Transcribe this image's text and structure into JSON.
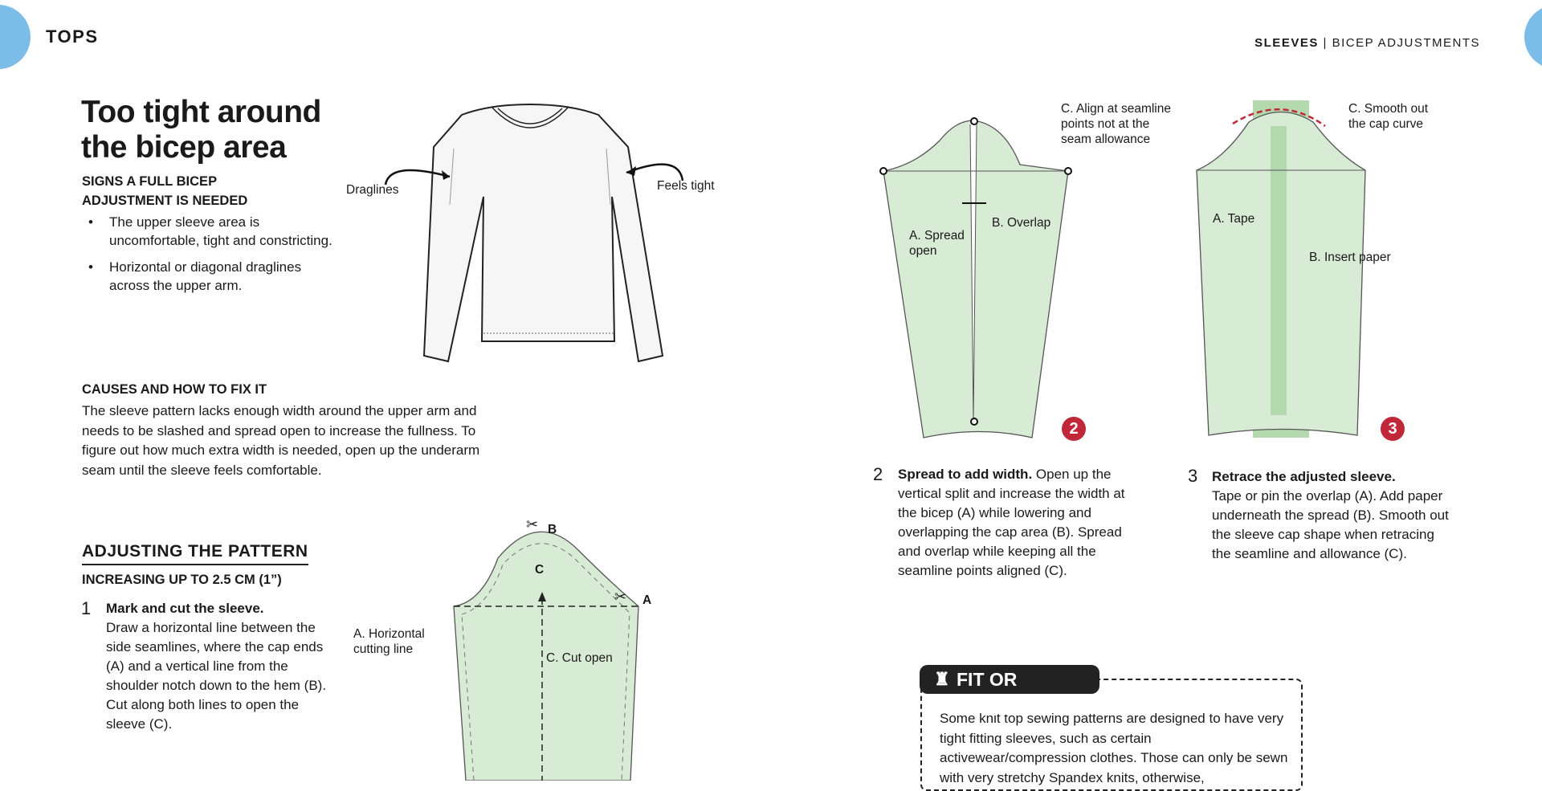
{
  "header": {
    "left_section": "TOPS",
    "right_section_bold": "SLEEVES",
    "right_separator": " | ",
    "right_section": "BICEP ADJUSTMENTS",
    "tab_color": "#7bbde8"
  },
  "title": "Too tight around the bicep area",
  "signs": {
    "heading": "SIGNS A FULL BICEP ADJUSTMENT IS NEEDED",
    "bullets": [
      "The upper sleeve area is uncomfortable, tight and constricting.",
      "Horizontal or diagonal draglines across the upper arm."
    ]
  },
  "shirt": {
    "label_left": "Draglines",
    "label_right": "Feels tight"
  },
  "causes": {
    "heading": "CAUSES AND HOW TO FIX IT",
    "text": "The sleeve pattern lacks enough width around the upper arm and needs to be slashed and spread open to increase the fullness. To figure out how much extra width is needed, open up the underarm seam until the sleeve feels comfortable."
  },
  "adjusting": {
    "heading": "ADJUSTING THE PATTERN",
    "subheading": "INCREASING UP TO 2.5 CM (1”)"
  },
  "steps": [
    {
      "number": "1",
      "title": "Mark and cut the sleeve.",
      "text": "Draw a horizontal line between the side seamlines, where the cap ends (A) and a vertical line from the shoulder notch down to the hem (B). Cut along both lines to open the sleeve (C)."
    },
    {
      "number": "2",
      "title": "Spread to add width.",
      "text": "Open up the vertical split and increase the width at the bicep (A) while lowering and overlapping the cap area (B). Spread and overlap while keeping all the seamline points aligned (C)."
    },
    {
      "number": "3",
      "title": "Retrace the adjusted sleeve.",
      "text": "Tape or pin the overlap (A). Add paper underneath the spread (B). Smooth out the sleeve cap shape when retracing the seamline and allowance (C)."
    }
  ],
  "diagram1": {
    "label_a": "A",
    "label_b": "B",
    "label_c": "C",
    "horizontal": "A. Horizontal cutting line",
    "cut_open": "C. Cut open"
  },
  "diagram2": {
    "badge": "2",
    "align": "C. Align at seamline points not at the seam allowance",
    "spread": "A. Spread open",
    "overlap": "B. Overlap"
  },
  "diagram3": {
    "badge": "3",
    "smooth": "C. Smooth out the cap curve",
    "tape": "A. Tape",
    "insert": "B. Insert paper"
  },
  "fit_box": {
    "title": "FIT OR FABRIC?",
    "icon": "dress-form-icon",
    "text": "Some knit top sewing patterns are designed to have very tight fitting sleeves, such as certain activewear/compression clothes. Those can only be sewn with very stretchy Spandex knits, otherwise,"
  },
  "colors": {
    "pattern_green": "#d8ebd5",
    "insert_green": "#b4d9ae",
    "badge_red": "#c0283a"
  }
}
